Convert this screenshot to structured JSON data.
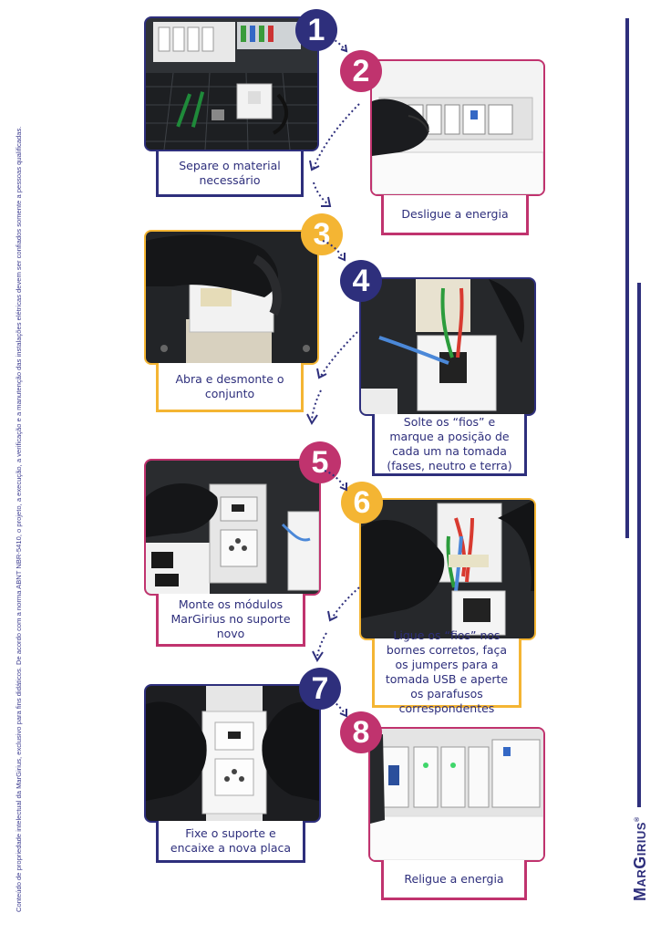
{
  "side_note": "Conteúdo de propriedade intelectual da MarGirius, exclusivo para fins didáticos. De acordo com a norma ABNT NBR-5410, o projeto, a execução, a verificação e a manutenção das instalações elétricas devem ser confiados somente a pessoas qualificadas.",
  "brand": {
    "big1": "M",
    "small1": "AR",
    "big2": "G",
    "small2": "IRIUS",
    "reg": "®"
  },
  "colors": {
    "navy": "#2e2f7c",
    "pink": "#c0336e",
    "yellow": "#f4b533"
  },
  "steps": [
    {
      "number": "1",
      "caption": "Separe o material necessário"
    },
    {
      "number": "2",
      "caption": "Desligue a energia"
    },
    {
      "number": "3",
      "caption": "Abra e desmonte o conjunto"
    },
    {
      "number": "4",
      "caption": "Solte os “fios” e marque a posição de cada um na tomada (fases, neutro e terra)"
    },
    {
      "number": "5",
      "caption": "Monte os módulos MarGirius no suporte novo"
    },
    {
      "number": "6",
      "caption": "Ligue os “fios” nos bornes corretos, faça os jumpers para a tomada USB e aperte os parafusos correspondentes"
    },
    {
      "number": "7",
      "caption": "Fixe o suporte e encaixe a nova placa"
    },
    {
      "number": "8",
      "caption": "Religue a energia"
    }
  ]
}
